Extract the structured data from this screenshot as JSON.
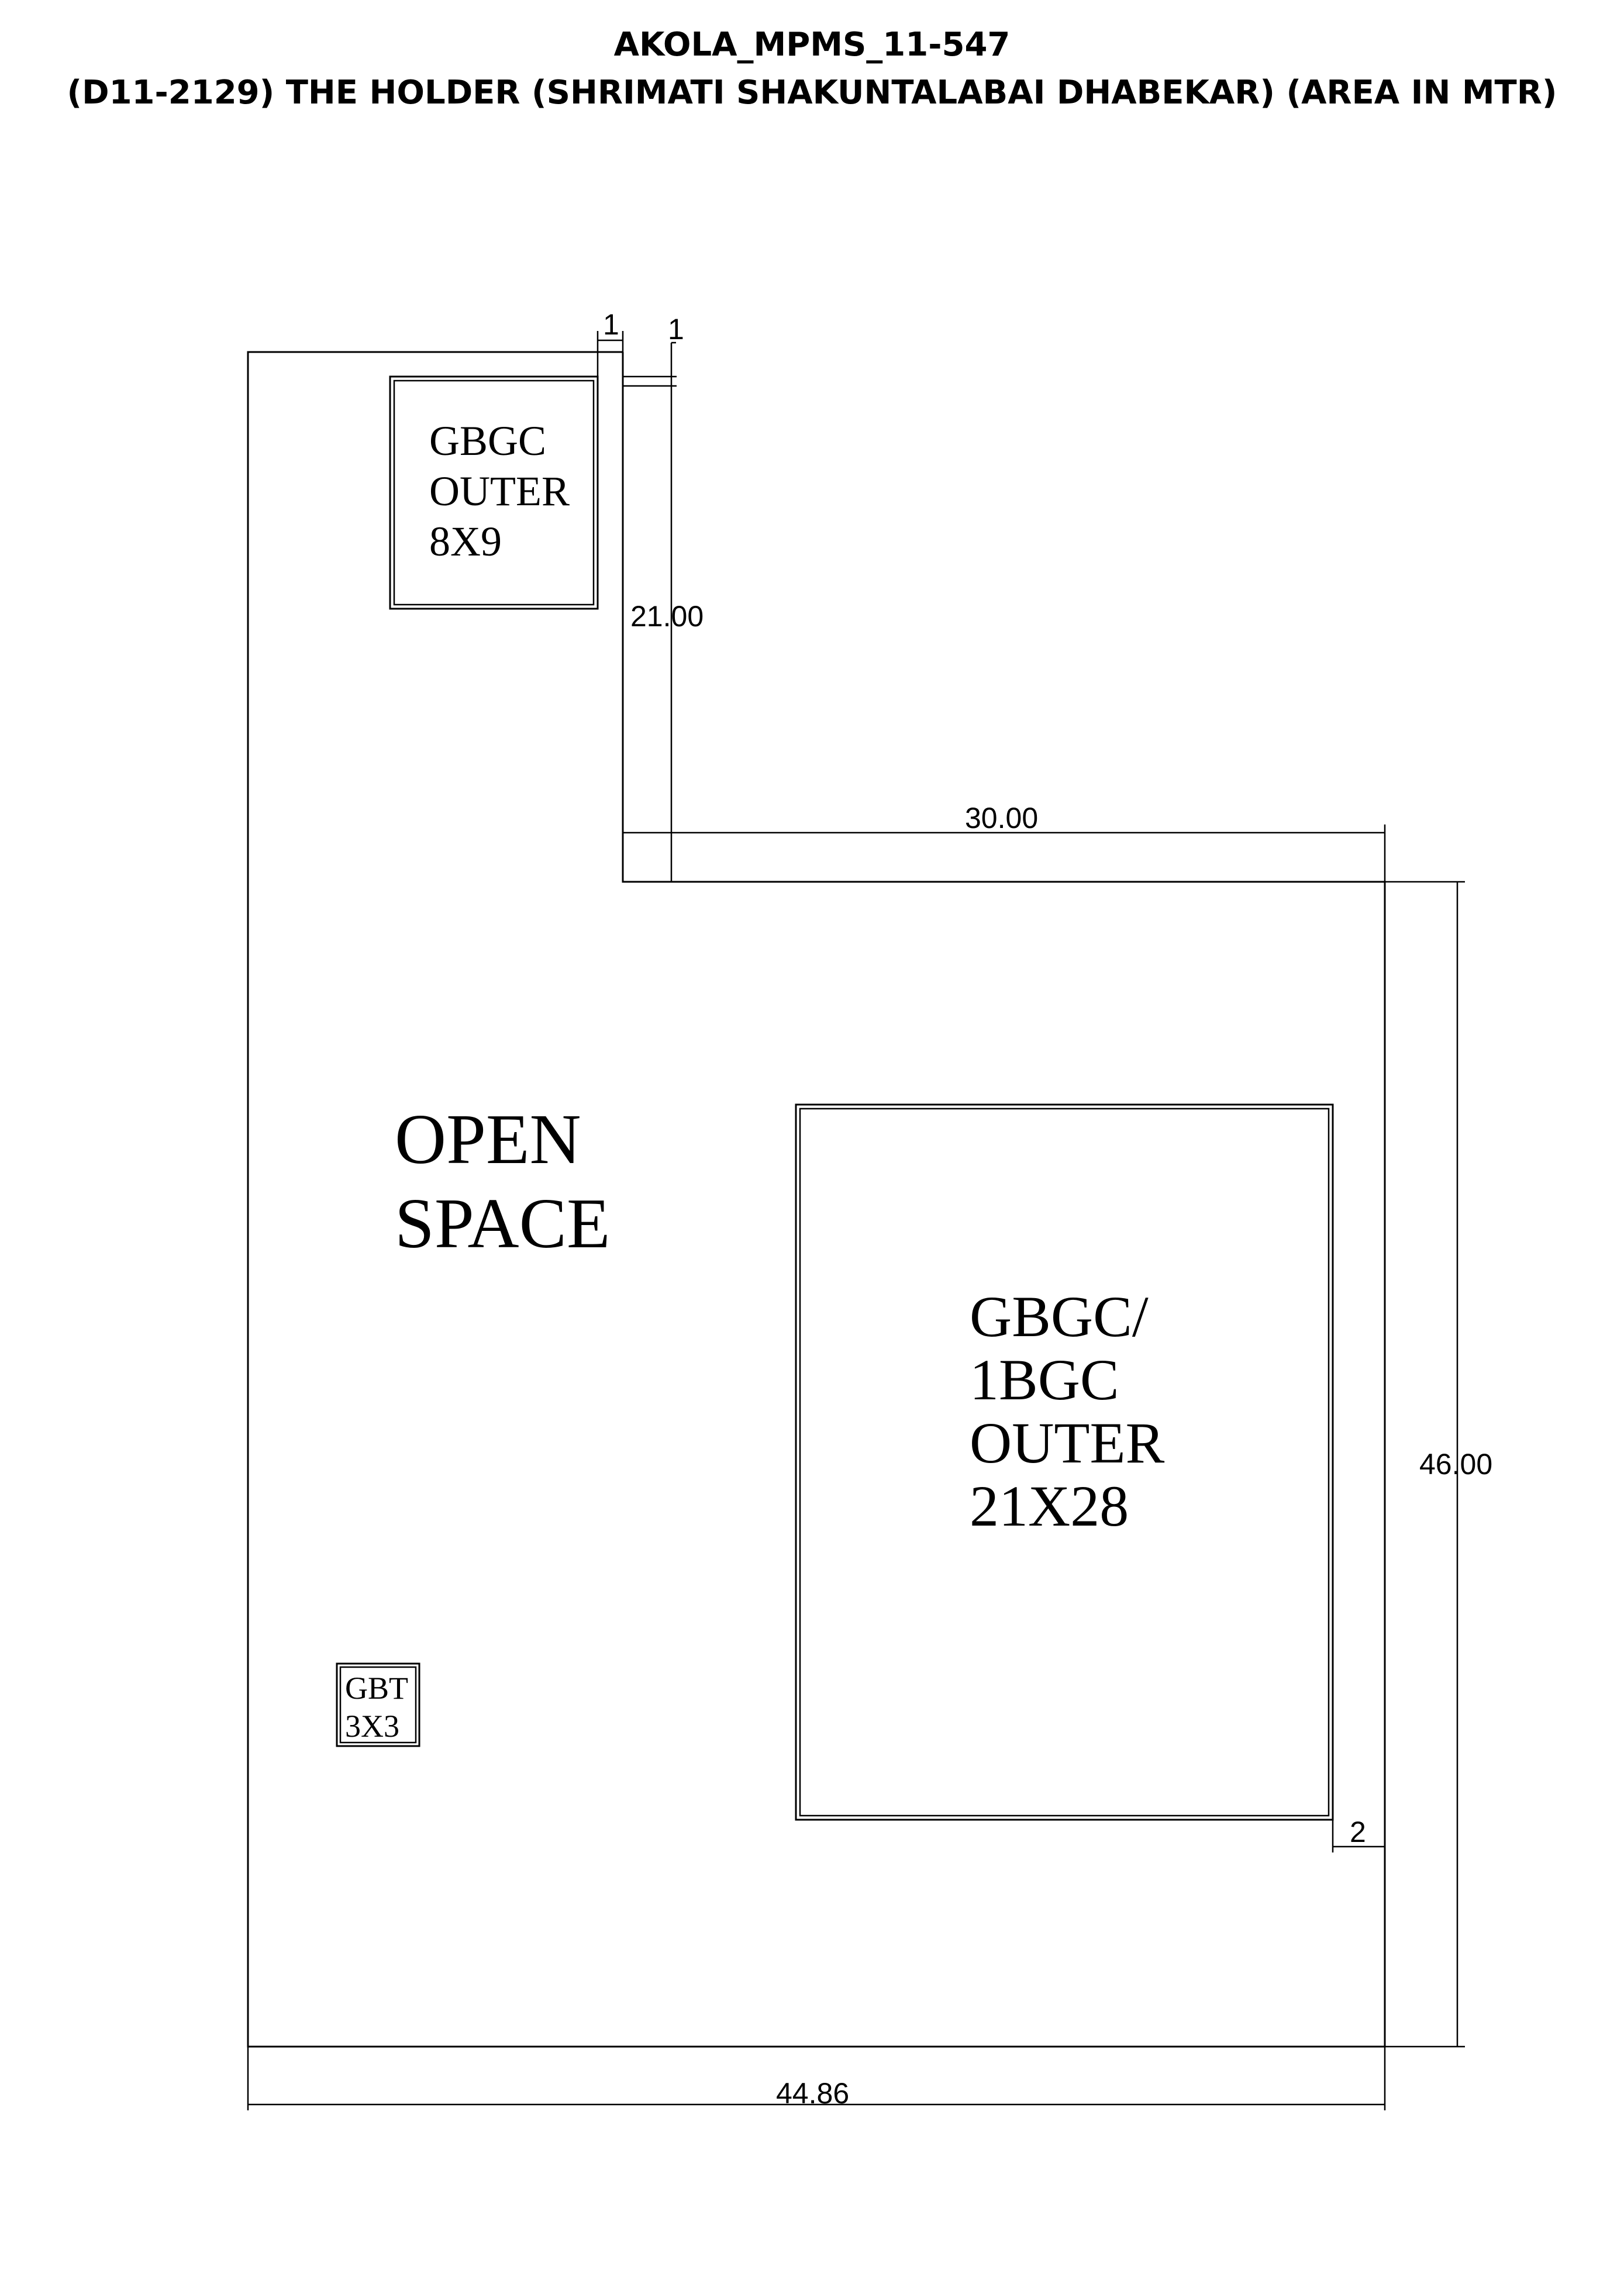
{
  "title": {
    "line1": "AKOLA_MPMS_11-547",
    "line2": "(D11-2129) THE HOLDER (SHRIMATI SHAKUNTALABAI DHABEKAR) (AREA IN MTR)"
  },
  "plan": {
    "rooms": {
      "small_outer": {
        "lines": [
          "GBGC",
          "OUTER",
          "8X9"
        ]
      },
      "large_outer": {
        "lines": [
          "GBGC/",
          "1BGC",
          "OUTER",
          "21X28"
        ]
      },
      "gbt": {
        "lines": [
          "GBT",
          "3X3"
        ]
      }
    },
    "open_space": {
      "lines": [
        "OPEN",
        "SPACE"
      ]
    },
    "dimensions": {
      "setback_left": "1",
      "setback_right": "1",
      "notch_depth": "21.00",
      "notch_width": "30.00",
      "right_side": "46.00",
      "bottom_width": "44.86",
      "room_offset": "2"
    }
  }
}
